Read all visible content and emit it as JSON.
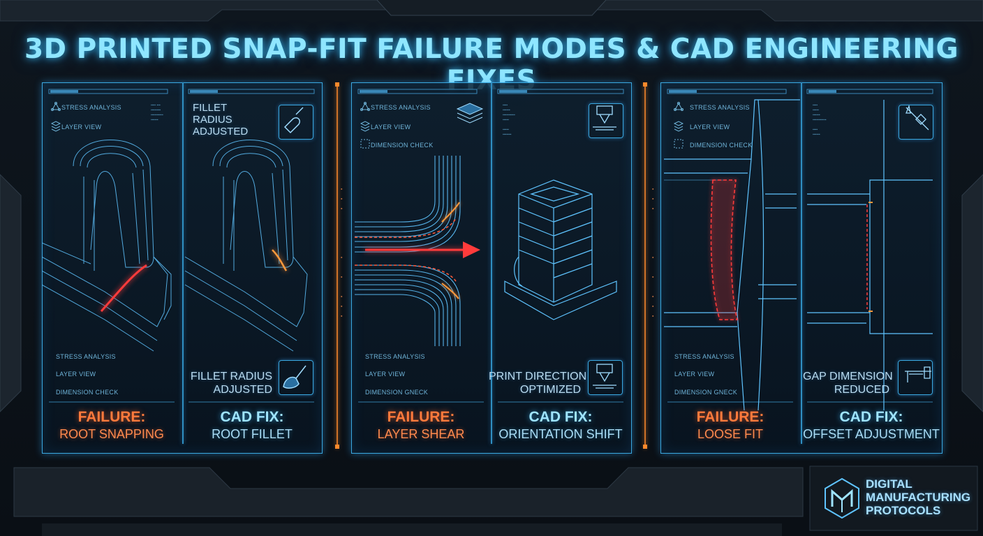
{
  "title": "3D PRINTED SNAP-FIT FAILURE MODES & CAD ENGINEERING FIXES",
  "menu": {
    "stress": "STRESS ANALYSIS",
    "layer": "LAYER VIEW",
    "dimension": "DIMENSION CHECK",
    "dimension_alt": "DIMENSION GNECK"
  },
  "panels": [
    {
      "fix_subtitle_top": "FILLET\nRADIUS\nADJUSTED",
      "fix_subtitle": "FILLET RADIUS\nADJUSTED",
      "failure_heading": "FAILURE:",
      "failure_text": "ROOT SNAPPING",
      "fix_heading": "CAD FIX:",
      "fix_text": "ROOT FILLET",
      "icon": "scraper-tool-icon"
    },
    {
      "fix_subtitle": "PRINT DIRECTION\nOPTIMIZED",
      "failure_heading": "FAILURE:",
      "failure_text": "LAYER SHEAR",
      "fix_heading": "CAD FIX:",
      "fix_text": "ORIENTATION SHIFT",
      "icon": "printer-nozzle-icon"
    },
    {
      "fix_subtitle": "GAP DIMENSION\nREDUCED",
      "failure_heading": "FAILURE:",
      "failure_text": "LOOSE FIT",
      "fix_heading": "CAD FIX:",
      "fix_text": "OFFSET ADJUSTMENT",
      "icon": "caliper-icon"
    }
  ],
  "brand": "DIGITAL\nMANUFACTURING\nPROTOCOLS",
  "colors": {
    "accent_blue": "#3aa8e0",
    "failure_orange": "#ff7a3c",
    "stress_red": "#ff3b3b",
    "background": "#0b1117"
  }
}
